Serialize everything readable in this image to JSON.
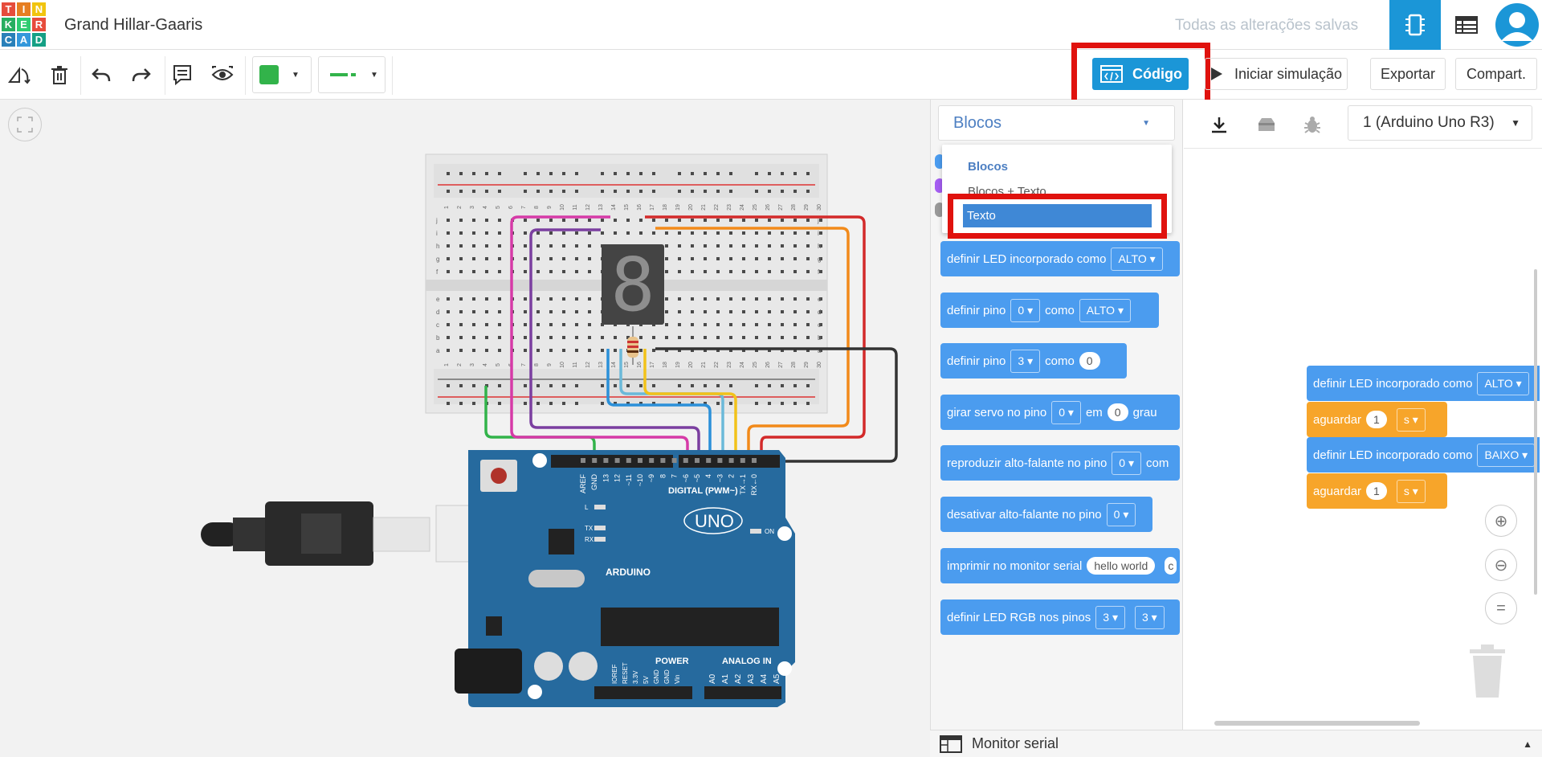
{
  "app": {
    "logo_letters": [
      "T",
      "I",
      "N",
      "K",
      "E",
      "R",
      "C",
      "A",
      "D"
    ],
    "logo_colors": [
      "#e64c3c",
      "#e67e22",
      "#f1c40f",
      "#27ae60",
      "#2ecc71",
      "#e74c3c",
      "#2980b9",
      "#3498db",
      "#16a085"
    ],
    "project_title": "Grand Hillar-Gaaris",
    "save_status": "Todas as alterações salvas"
  },
  "toolbar": {
    "code_label": "Código",
    "simulate_label": "Iniciar simulação",
    "export_label": "Exportar",
    "share_label": "Compart.",
    "color_swatch": "#32b34a"
  },
  "code_panel": {
    "mode_selected": "Blocos",
    "mode_options": [
      "Blocos",
      "Blocos + Texto",
      "Texto"
    ],
    "device_select": "1 (Arduino Uno R3)",
    "serial_monitor_label": "Monitor serial"
  },
  "palette_blocks": [
    {
      "text": "definir LED incorporado como",
      "value": "ALTO"
    },
    {
      "text": "definir pino",
      "v1": "0",
      "mid": "como",
      "v2": "ALTO"
    },
    {
      "text": "definir pino",
      "v1": "3",
      "mid": "como",
      "v2": "0"
    },
    {
      "text": "girar servo no pino",
      "v1": "0",
      "mid": "em",
      "v2": "0",
      "tail": "grau"
    },
    {
      "text": "reproduzir alto-falante no pino",
      "v1": "0",
      "tail": "com"
    },
    {
      "text": "desativar alto-falante no pino",
      "v1": "0"
    },
    {
      "text": "imprimir no monitor serial",
      "v1": "hello world"
    },
    {
      "text": "definir LED RGB nos pinos",
      "v1": "3",
      "v2": "3"
    }
  ],
  "workspace_blocks": [
    {
      "text": "definir LED incorporado como",
      "value": "ALTO"
    },
    {
      "text": "aguardar",
      "num": "1",
      "unit": "s"
    },
    {
      "text": "definir LED incorporado como",
      "value": "BAIXO"
    },
    {
      "text": "aguardar",
      "num": "1",
      "unit": "s"
    }
  ],
  "circuit": {
    "arduino_brand": "ARDUINO",
    "arduino_model": "UNO",
    "digital_label": "DIGITAL (PWM~)",
    "power_label": "POWER",
    "analog_label": "ANALOG IN",
    "on_label": "ON",
    "display_digit": "8",
    "digital_pins": [
      "AREF",
      "GND",
      "13",
      "12",
      "~11",
      "~10",
      "~9",
      "8",
      "7",
      "~6",
      "~5",
      "4",
      "~3",
      "2",
      "TX→1",
      "RX←0"
    ],
    "analog_pins": [
      "A0",
      "A1",
      "A2",
      "A3",
      "A4",
      "A5"
    ],
    "power_pins": [
      "IOREF",
      "RESET",
      "3.3V",
      "5V",
      "GND",
      "GND",
      "Vin"
    ],
    "led_labels": [
      "L",
      "TX",
      "RX"
    ],
    "breadboard_cols": [
      "1",
      "2",
      "3",
      "4",
      "5",
      "6",
      "7",
      "8",
      "9",
      "10",
      "11",
      "12",
      "13",
      "14",
      "15",
      "16",
      "17",
      "18",
      "19",
      "20",
      "21",
      "22",
      "23",
      "24",
      "25",
      "26",
      "27",
      "28",
      "29",
      "30"
    ],
    "breadboard_rows_top": [
      "j",
      "i",
      "h",
      "g",
      "f"
    ],
    "breadboard_rows_bottom": [
      "e",
      "d",
      "c",
      "b",
      "a"
    ]
  }
}
